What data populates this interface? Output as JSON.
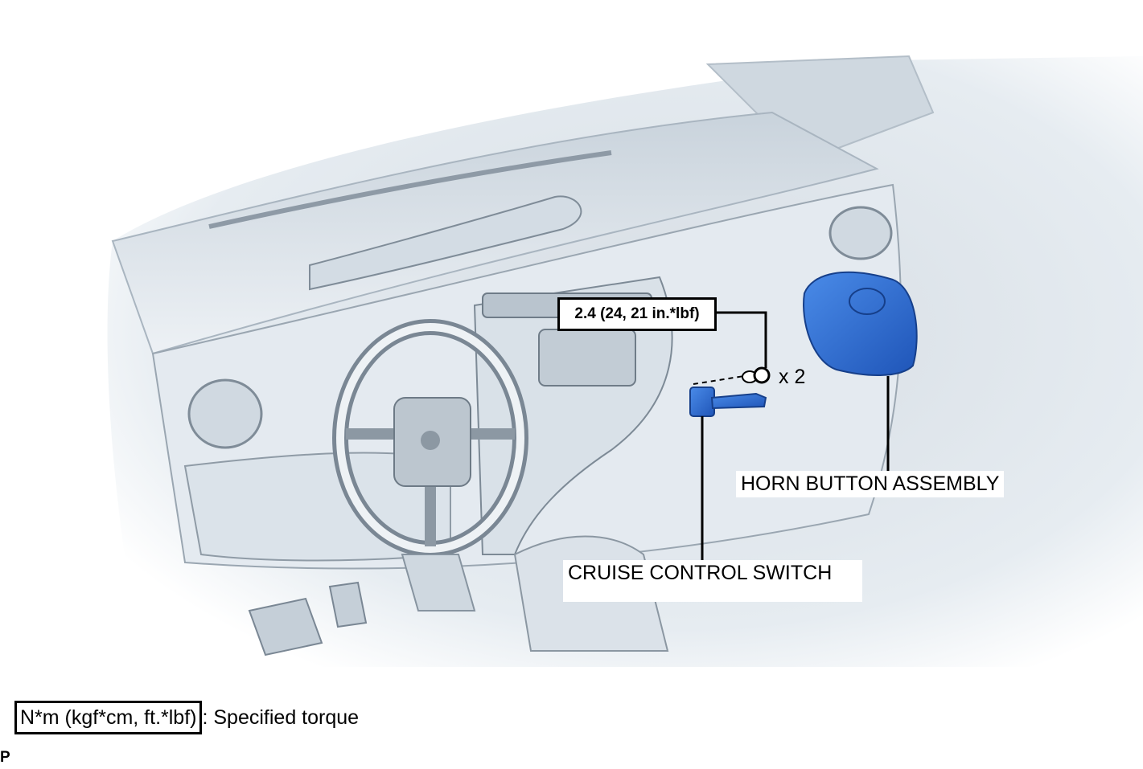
{
  "callouts": {
    "torque": "2.4 (24, 21 in.*lbf)",
    "quantity": "x 2",
    "horn_button": "HORN BUTTON ASSEMBLY",
    "cruise_switch": "CRUISE CONTROL SWITCH"
  },
  "legend": {
    "unit_box": "N*m (kgf*cm, ft.*lbf)",
    "description": ": Specified torque"
  },
  "figure_code": "P",
  "colors": {
    "part_highlight": "#2f6fd6",
    "dashboard": "#dfe7ee",
    "line": "#000000"
  }
}
